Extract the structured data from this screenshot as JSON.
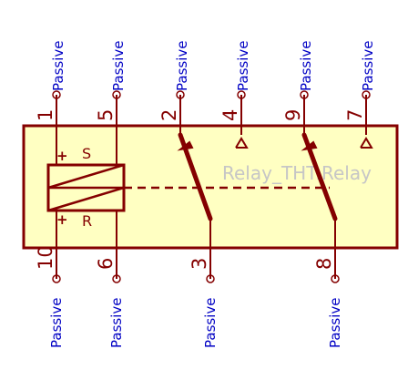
{
  "symbol": {
    "reference": "Relay_THT:Relay",
    "colors": {
      "body_fill": "#ffffc2",
      "outline": "#840000",
      "pin_type_text": "#0000c4",
      "reference_text": "#c6c6c6"
    },
    "coil_labels": {
      "set": "S",
      "reset": "R",
      "plus_top": "+",
      "plus_bottom": "+"
    }
  },
  "pins_top": [
    {
      "number": "1",
      "type": "Passive"
    },
    {
      "number": "5",
      "type": "Passive"
    },
    {
      "number": "2",
      "type": "Passive"
    },
    {
      "number": "4",
      "type": "Passive"
    },
    {
      "number": "9",
      "type": "Passive"
    },
    {
      "number": "7",
      "type": "Passive"
    }
  ],
  "pins_bottom": [
    {
      "number": "10",
      "type": "Passive"
    },
    {
      "number": "6",
      "type": "Passive"
    },
    {
      "number": "3",
      "type": "Passive"
    },
    {
      "number": "8",
      "type": "Passive"
    }
  ]
}
